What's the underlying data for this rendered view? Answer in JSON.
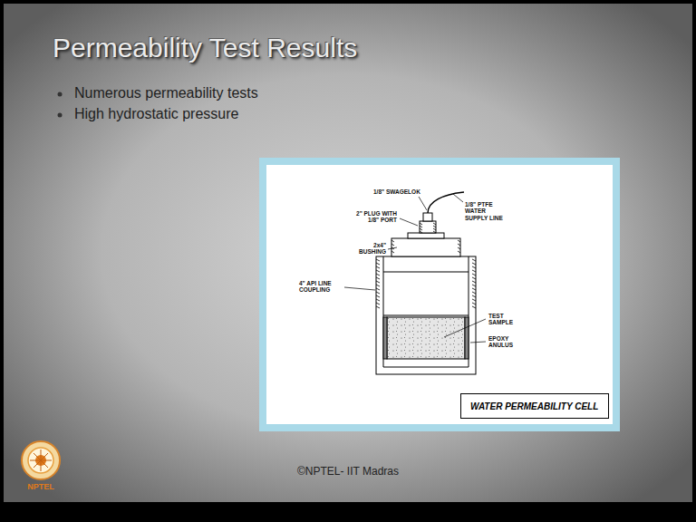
{
  "diagram": {
    "title": "Permeability Test Results",
    "nodes": [
      {
        "text": [
          "WATER PERMEABILITY CELL"
        ]
      }
    ],
    "labels": [
      "Numerous permeability tests",
      "High hydrostatic pressure",
      "1/8\" SWAGELOK",
      "1/8\" PTFE WATER SUPPLY LINE",
      "2\" PLUG WITH 1/8\" PORT",
      "2x4\" BUSHING",
      "4\" API LINE COUPLING",
      "TEST SAMPLE",
      "EPOXY ANULUS",
      "©NPTEL- IIT Madras",
      "NPTEL"
    ]
  }
}
